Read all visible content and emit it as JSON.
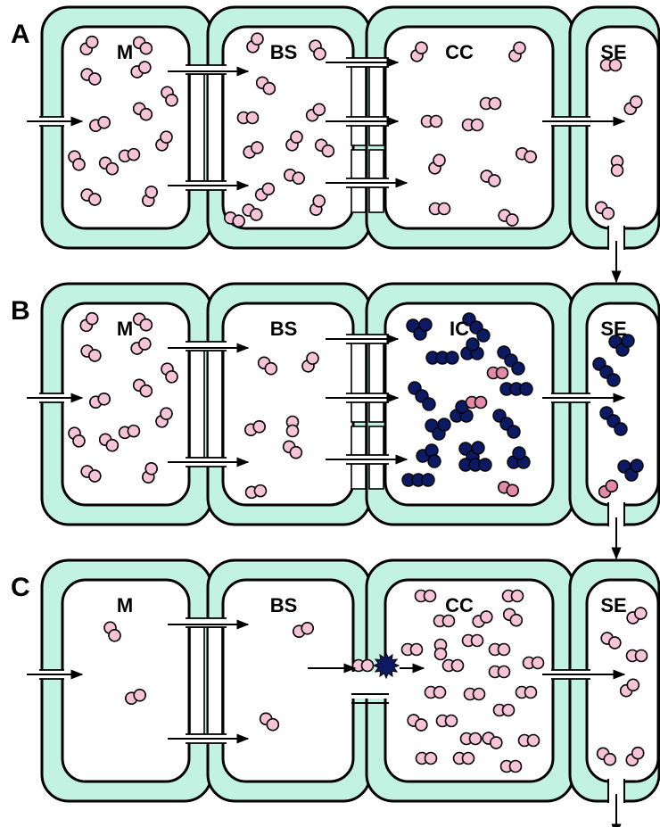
{
  "colors": {
    "wall": "#c2f3e2",
    "stroke": "#000000",
    "sugar": "#f7c3d6",
    "sugar_dark": "#e48aa9",
    "polymer": "#0b1a63",
    "background": "#ffffff"
  },
  "panels": [
    {
      "letter": "A",
      "labels": [
        "M",
        "BS",
        "CC",
        "SE"
      ]
    },
    {
      "letter": "B",
      "labels": [
        "M",
        "BS",
        "IC",
        "SE"
      ]
    },
    {
      "letter": "C",
      "labels": [
        "M",
        "BS",
        "CC",
        "SE"
      ]
    }
  ]
}
